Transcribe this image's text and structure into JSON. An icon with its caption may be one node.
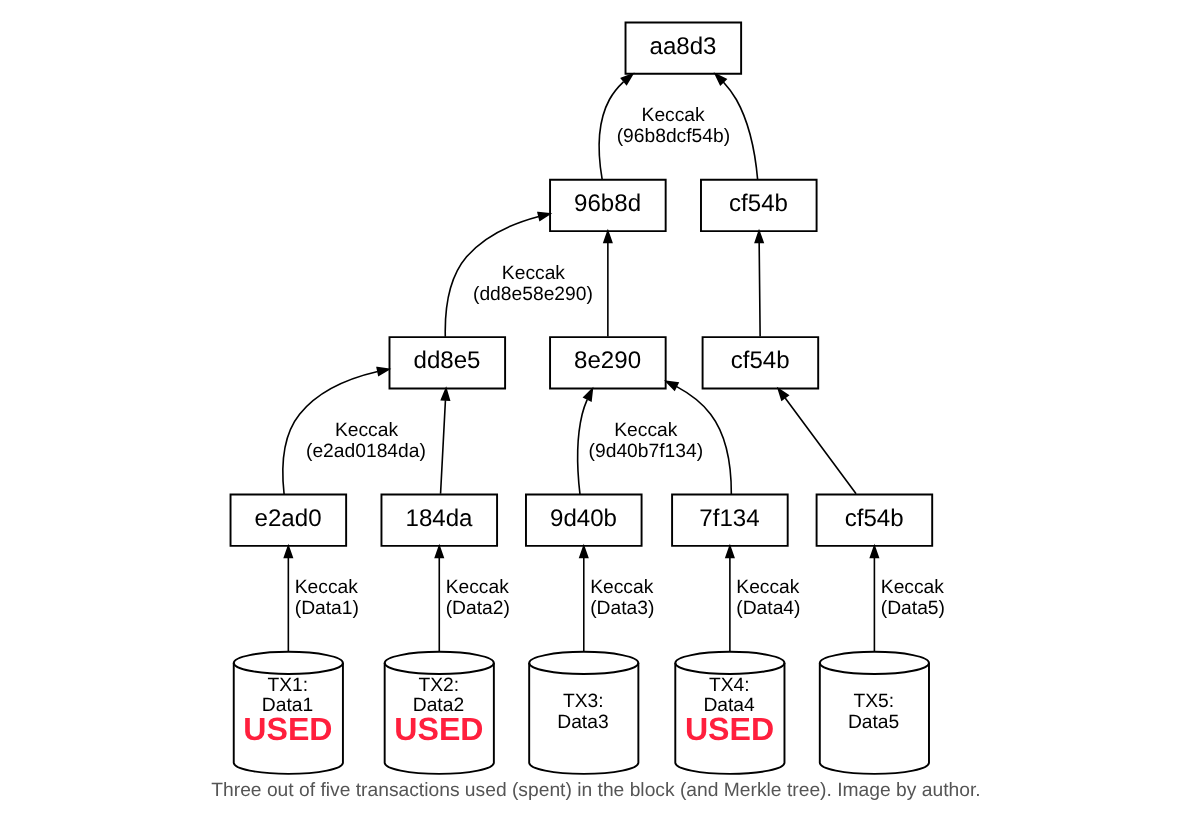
{
  "diagram": {
    "caption": "Three out of five transactions used (spent) in the block (and Merkle tree). Image by author.",
    "nodes": [
      {
        "text": [
          "aa8d3"
        ]
      },
      {
        "text": [
          "96b8d"
        ]
      },
      {
        "text": [
          "cf54b"
        ]
      },
      {
        "text": [
          "dd8e5"
        ]
      },
      {
        "text": [
          "8e290"
        ]
      },
      {
        "text": [
          "cf54b"
        ]
      },
      {
        "text": [
          "e2ad0"
        ]
      },
      {
        "text": [
          "184da"
        ]
      },
      {
        "text": [
          "9d40b"
        ]
      },
      {
        "text": [
          "7f134"
        ]
      },
      {
        "text": [
          "cf54b"
        ]
      },
      {
        "text": [
          "TX1: Data1",
          "USED"
        ]
      },
      {
        "text": [
          "TX2: Data2",
          "USED"
        ]
      },
      {
        "text": [
          "TX3: Data3"
        ]
      },
      {
        "text": [
          "TX4: Data4",
          "USED"
        ]
      },
      {
        "text": [
          "TX5: Data5"
        ]
      }
    ],
    "edges": [
      {
        "from": 1,
        "to": 0,
        "arrow": "to",
        "label": "Keccak (96b8dcf54b)"
      },
      {
        "from": 2,
        "to": 0,
        "arrow": "to"
      },
      {
        "from": 3,
        "to": 1,
        "arrow": "to",
        "label": "Keccak (dd8e58e290)"
      },
      {
        "from": 4,
        "to": 1,
        "arrow": "to"
      },
      {
        "from": 5,
        "to": 2,
        "arrow": "to"
      },
      {
        "from": 6,
        "to": 3,
        "arrow": "to",
        "label": "Keccak (e2ad0184da)"
      },
      {
        "from": 7,
        "to": 3,
        "arrow": "to"
      },
      {
        "from": 8,
        "to": 4,
        "arrow": "to",
        "label": "Keccak (9d40b7f134)"
      },
      {
        "from": 9,
        "to": 4,
        "arrow": "to"
      },
      {
        "from": 10,
        "to": 5,
        "arrow": "to"
      },
      {
        "from": 11,
        "to": 6,
        "arrow": "to",
        "label": "Keccak (Data1)"
      },
      {
        "from": 12,
        "to": 7,
        "arrow": "to",
        "label": "Keccak (Data2)"
      },
      {
        "from": 13,
        "to": 8,
        "arrow": "to",
        "label": "Keccak (Data3)"
      },
      {
        "from": 14,
        "to": 9,
        "arrow": "to",
        "label": "Keccak (Data4)"
      },
      {
        "from": 15,
        "to": 10,
        "arrow": "to",
        "label": "Keccak (Data5)"
      }
    ]
  }
}
